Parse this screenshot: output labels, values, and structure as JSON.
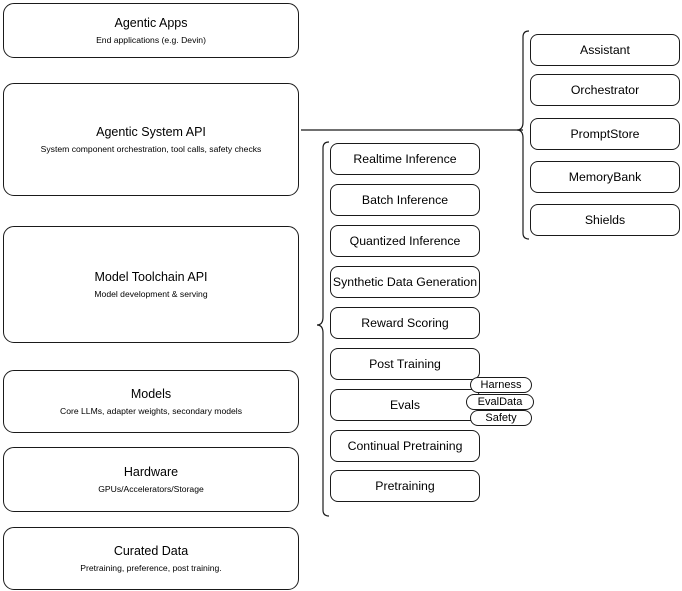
{
  "diagram": {
    "title": "Agentic AI stack layered architecture",
    "stroke_color": "#1a1a1a",
    "background_color": "#ffffff",
    "layers": [
      {
        "title": "Agentic Apps",
        "subtitle": "End applications (e.g. Devin)"
      },
      {
        "title": "Agentic System API",
        "subtitle": "System component orchestration, tool calls, safety checks"
      },
      {
        "title": "Model Toolchain API",
        "subtitle": "Model development & serving"
      },
      {
        "title": "Models",
        "subtitle": "Core LLMs, adapter weights, secondary models"
      },
      {
        "title": "Hardware",
        "subtitle": "GPUs/Accelerators/Storage"
      },
      {
        "title": "Curated Data",
        "subtitle": "Pretraining, preference, post training."
      }
    ],
    "toolchain_components": [
      {
        "label": "Realtime Inference"
      },
      {
        "label": "Batch Inference"
      },
      {
        "label": "Quantized Inference"
      },
      {
        "label": "Synthetic Data Generation"
      },
      {
        "label": "Reward Scoring"
      },
      {
        "label": "Post Training"
      },
      {
        "label": "Evals"
      },
      {
        "label": "Continual Pretraining"
      },
      {
        "label": "Pretraining"
      }
    ],
    "evals_subcomponents": [
      {
        "label": "Harness"
      },
      {
        "label": "EvalData"
      },
      {
        "label": "Safety"
      }
    ],
    "system_components": [
      {
        "label": "Assistant"
      },
      {
        "label": "Orchestrator"
      },
      {
        "label": "PromptStore"
      },
      {
        "label": "MemoryBank"
      },
      {
        "label": "Shields"
      }
    ]
  }
}
